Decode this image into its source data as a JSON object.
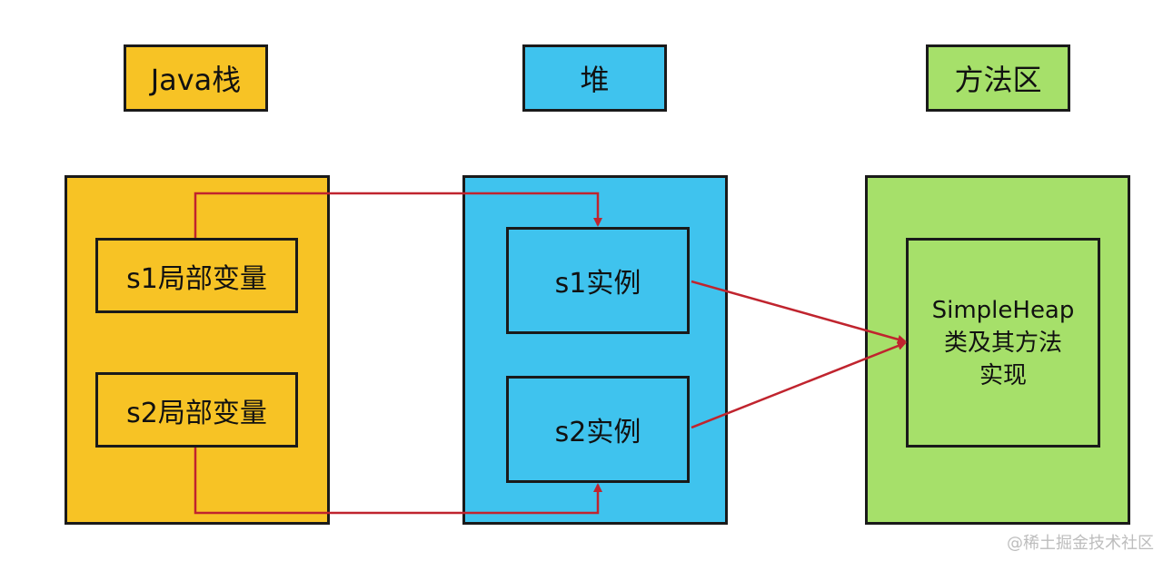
{
  "headers": {
    "stack": "Java栈",
    "heap": "堆",
    "method_area": "方法区"
  },
  "stack": {
    "s1_var": "s1局部变量",
    "s2_var": "s2局部变量"
  },
  "heap": {
    "s1_instance": "s1实例",
    "s2_instance": "s2实例"
  },
  "method_area": {
    "class_lines": [
      "SimpleHeap",
      "类及其方法",
      "实现"
    ]
  },
  "watermark": "@稀土掘金技术社区",
  "colors": {
    "stack": "#f7c325",
    "heap": "#3fc3ee",
    "method_area": "#a6e06a",
    "arrow": "#c0242e"
  }
}
